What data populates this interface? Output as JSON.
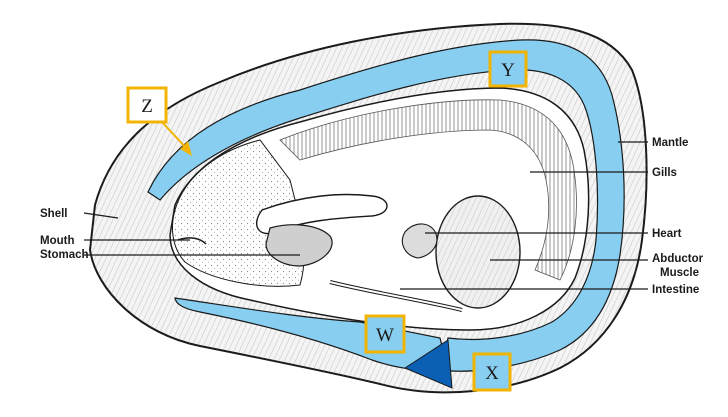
{
  "figure": {
    "anatomy_labels": {
      "shell": "Shell",
      "mouth": "Mouth",
      "stomach": "Stomach",
      "mantle": "Mantle",
      "gills": "Gills",
      "heart": "Heart",
      "abductor_line1": "Abductor",
      "abductor_line2": "Muscle",
      "intestine": "Intestine"
    },
    "region_markers": {
      "z": "Z",
      "y": "Y",
      "w": "W",
      "x": "X"
    },
    "colors": {
      "highlight_fill": "#87cef0",
      "dark_section_fill": "#0b5fb4",
      "marker_border": "#f2b400",
      "line_ink": "#1a1a1a",
      "shell_fill": "#f4f4f4"
    }
  }
}
